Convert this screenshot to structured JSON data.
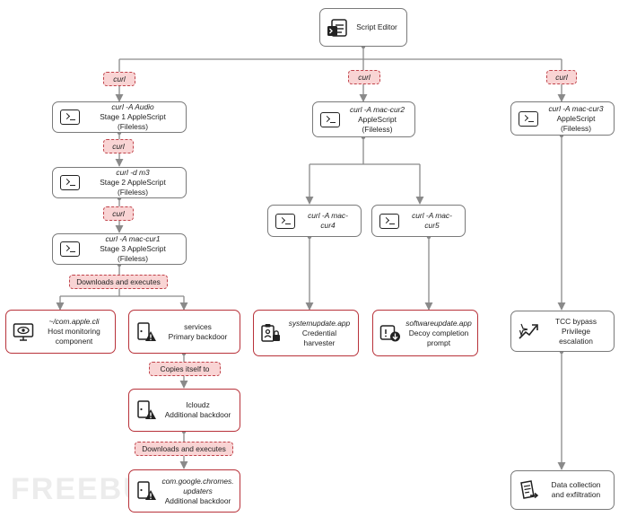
{
  "root": {
    "label": "Script Editor"
  },
  "tags": {
    "curl_left": "curl",
    "curl_mid": "curl",
    "curl_right": "curl",
    "curl_s1": "curl",
    "curl_s2": "curl",
    "downloads_1": "Downloads and executes",
    "copies": "Copies itself to",
    "downloads_2": "Downloads and executes"
  },
  "nodes": {
    "stage1": {
      "cmd": "curl -A Audio",
      "desc": "Stage 1 AppleScript (Fileless)"
    },
    "stage2": {
      "cmd": "curl -d m3",
      "desc": "Stage 2 AppleScript (Fileless)"
    },
    "stage3": {
      "cmd": "curl -A mac-cur1",
      "desc": "Stage 3 AppleScript (Fileless)"
    },
    "cur2": {
      "cmd": "curl -A mac-cur2",
      "desc": "AppleScript (Fileless)"
    },
    "cur3": {
      "cmd": "curl -A mac-cur3",
      "desc": "AppleScript (Fileless)"
    },
    "cur4": {
      "cmd": "curl -A mac-cur4"
    },
    "cur5": {
      "cmd": "curl -A mac-cur5"
    },
    "hostmon": {
      "name": "~/com.apple.cli",
      "desc1": "Host monitoring",
      "desc2": "component"
    },
    "services": {
      "name": "services",
      "desc": "Primary backdoor"
    },
    "icloudz": {
      "name": "Icloudz",
      "desc": "Additional backdoor"
    },
    "chromes": {
      "name1": "com.google.chromes.",
      "name2": "updaters",
      "desc": "Additional backdoor"
    },
    "sysupdate": {
      "name": "systemupdate.app",
      "desc": "Credential harvester"
    },
    "swupdate": {
      "name": "softwareupdate.app",
      "desc1": "Decoy completion",
      "desc2": "prompt"
    },
    "tcc": {
      "line1": "TCC bypass",
      "line2": "Privilege escalation"
    },
    "data": {
      "line1": "Data collection",
      "line2": "and exfiltration"
    }
  },
  "watermark": "FREEBUF",
  "colors": {
    "accent_red": "#b8323a",
    "tag_fill": "#f9d4d4",
    "line": "#8a8a8a"
  }
}
